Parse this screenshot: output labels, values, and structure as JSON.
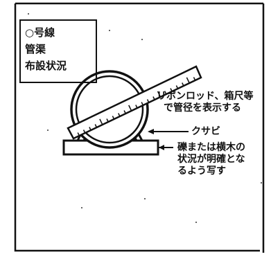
{
  "title_box": {
    "lines": [
      "○号線",
      "管渠",
      "布設状況"
    ]
  },
  "annotations": {
    "ribbon_rod": [
      "リボンロッド、箱尺等",
      "で管径を表示する"
    ],
    "wedge": "クサビ",
    "bedding": [
      "礫または横木の",
      "状況が明確とな",
      "るよう写す"
    ]
  },
  "colors": {
    "ink": "#111111",
    "paper": "#ffffff"
  }
}
